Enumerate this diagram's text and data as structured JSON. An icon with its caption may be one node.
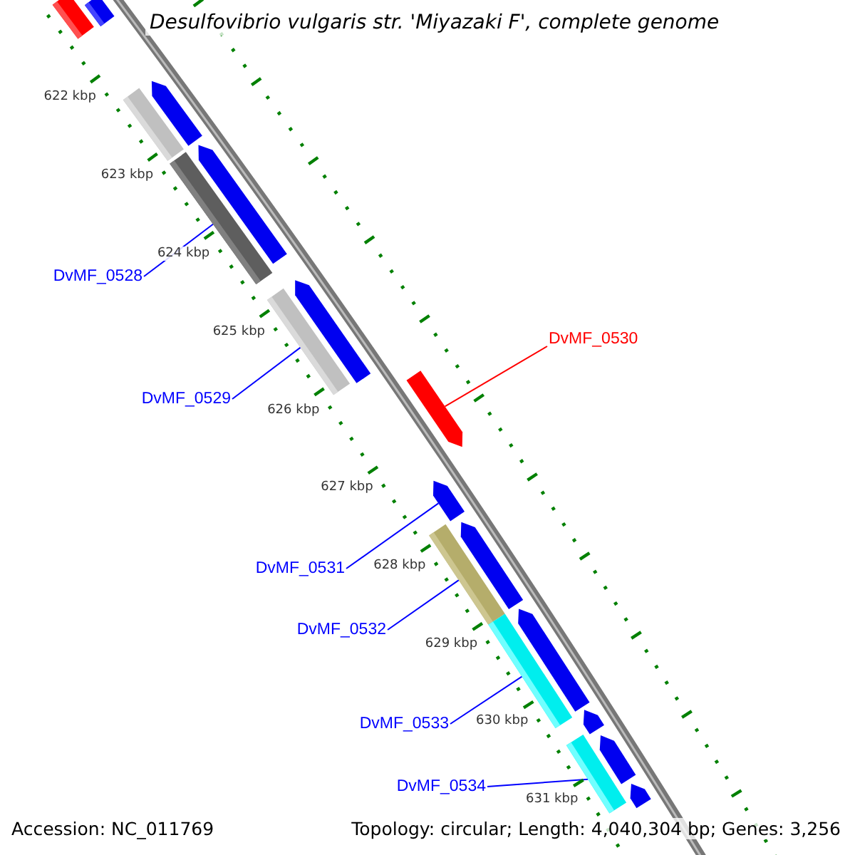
{
  "diagram": {
    "title": "Desulfovibrio vulgaris str. 'Miyazaki F', complete genome",
    "nodes": [
      {
        "text": [
          "DvMF_0528"
        ]
      },
      {
        "text": [
          "DvMF_0529"
        ]
      },
      {
        "text": [
          "DvMF_0530"
        ]
      },
      {
        "text": [
          "DvMF_0531"
        ]
      },
      {
        "text": [
          "DvMF_0532"
        ]
      },
      {
        "text": [
          "DvMF_0533"
        ]
      },
      {
        "text": [
          "DvMF_0534"
        ]
      },
      {
        "text": [],
        "shape": "bar"
      },
      {
        "text": [],
        "shape": "bar"
      },
      {
        "text": [],
        "shape": "bar"
      },
      {
        "text": [],
        "shape": "bar"
      },
      {
        "text": [],
        "shape": "bar"
      },
      {
        "text": [],
        "shape": "bar"
      },
      {
        "text": [],
        "shape": "bar"
      },
      {
        "text": [],
        "shape": "bar"
      },
      {
        "text": [],
        "shape": "bar"
      },
      {
        "text": [],
        "shape": "bar"
      },
      {
        "text": [],
        "shape": "bar"
      },
      {
        "text": [],
        "shape": "bar"
      },
      {
        "text": [],
        "shape": "bar"
      },
      {
        "text": [],
        "shape": "bar"
      },
      {
        "text": [],
        "shape": "bar"
      },
      {
        "text": [],
        "shape": "bar"
      },
      {
        "text": [],
        "shape": "bar"
      },
      {
        "text": [],
        "shape": "bar"
      }
    ],
    "edges": [
      {
        "from": 0,
        "to": 12,
        "arrow": "none"
      },
      {
        "from": 1,
        "to": 14,
        "arrow": "none"
      },
      {
        "from": 2,
        "to": 15,
        "arrow": "none",
        "color": "#ff0000"
      },
      {
        "from": 3,
        "to": 16,
        "arrow": "none"
      },
      {
        "from": 4,
        "to": 17,
        "arrow": "none"
      },
      {
        "from": 5,
        "to": 19,
        "arrow": "none"
      },
      {
        "from": 6,
        "to": 22,
        "arrow": "none"
      }
    ],
    "labels": [
      "622 kbp",
      "623 kbp",
      "624 kbp",
      "625 kbp",
      "626 kbp",
      "627 kbp",
      "628 kbp",
      "629 kbp",
      "630 kbp",
      "631 kbp",
      "Accession: NC_011769",
      "Topology: circular; Length: 4,040,304 bp; Genes: 3,256"
    ]
  }
}
